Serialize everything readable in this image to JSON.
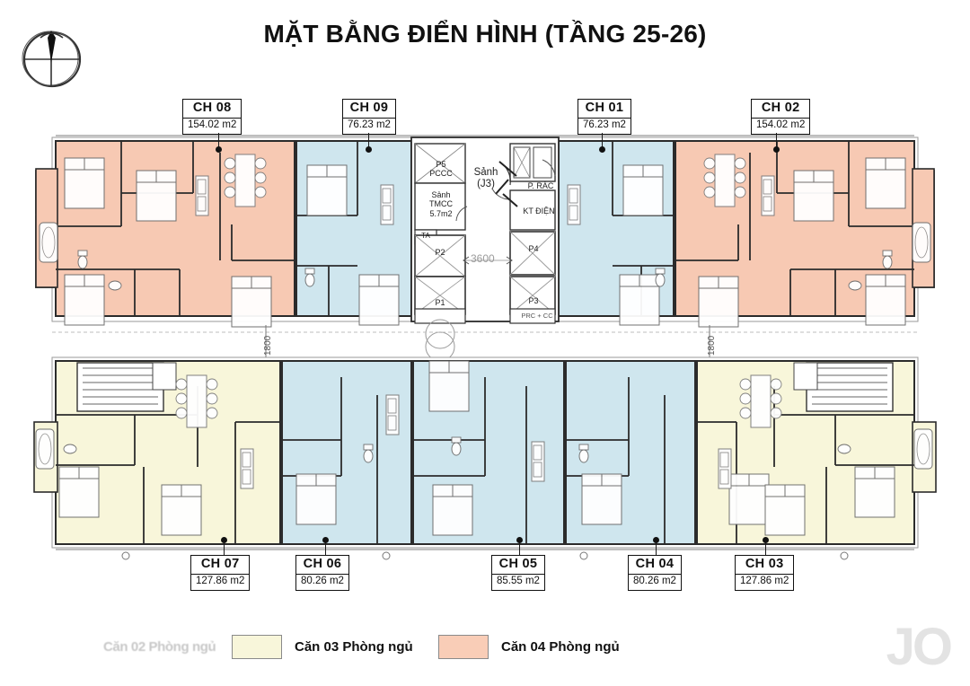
{
  "header": {
    "title": "MẶT BẰNG ĐIỂN HÌNH (TẦNG 25-26)",
    "compass_icon": "compass-north-icon"
  },
  "colors": {
    "unit_2br": "#cfe6ee",
    "unit_3br": "#f8f6da",
    "unit_4br": "#f7c9b3",
    "wall": "#2b2b2b",
    "thin_line": "#7d7d7d",
    "core_fill": "#ffffff",
    "background": "#ffffff",
    "watermark": "#e3e3e3"
  },
  "units": [
    {
      "code": "CH 08",
      "area": "154.02 m2",
      "type": "4br",
      "row": "top"
    },
    {
      "code": "CH 09",
      "area": "76.23 m2",
      "type": "2br",
      "row": "top"
    },
    {
      "code": "CH 01",
      "area": "76.23 m2",
      "type": "2br",
      "row": "top"
    },
    {
      "code": "CH 02",
      "area": "154.02 m2",
      "type": "4br",
      "row": "top"
    },
    {
      "code": "CH 07",
      "area": "127.86 m2",
      "type": "3br",
      "row": "bottom"
    },
    {
      "code": "CH 06",
      "area": "80.26 m2",
      "type": "2br",
      "row": "bottom"
    },
    {
      "code": "CH 05",
      "area": "85.55 m2",
      "type": "2br",
      "row": "bottom"
    },
    {
      "code": "CH 04",
      "area": "80.26 m2",
      "type": "2br",
      "row": "bottom"
    },
    {
      "code": "CH 03",
      "area": "127.86 m2",
      "type": "3br",
      "row": "bottom"
    }
  ],
  "core": {
    "lobby": "Sảnh",
    "lobby_sub": "(J3)",
    "fire_room_line1": "P5",
    "fire_room_line2": "PCCC",
    "tmcc_line1": "Sảnh",
    "tmcc_line2": "TMCC",
    "tmcc_line3": "5.7m2",
    "ta": "TA",
    "elevator_p1": "P1",
    "elevator_p2": "P2",
    "elevator_p3": "P3",
    "elevator_p4": "P4",
    "garbage": "P. RÁC",
    "electrical": "KT ĐIỆN",
    "prc_cc": "PRC + CC",
    "dimension_center": "3600",
    "dimension_left": "1800",
    "dimension_right": "1800"
  },
  "legend": [
    {
      "label": "Căn 02 Phòng ngủ",
      "swatch": "#ffffff",
      "faded": true
    },
    {
      "label": "Căn 03 Phòng ngủ",
      "swatch": "#f8f6da",
      "faded": false
    },
    {
      "label": "Căn 04 Phòng ngủ",
      "swatch": "#f9cdb7",
      "faded": false
    }
  ],
  "watermark": {
    "text": "JO"
  }
}
